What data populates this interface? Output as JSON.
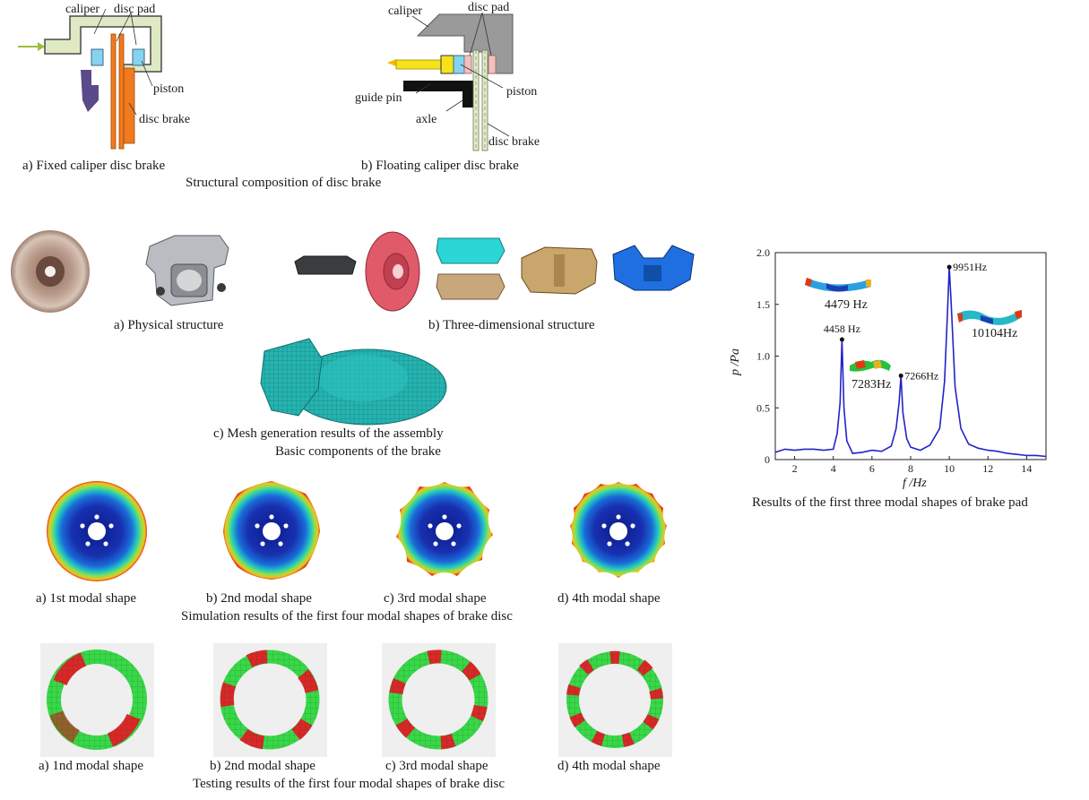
{
  "brake_structure": {
    "fixed": {
      "labels": {
        "caliper": "caliper",
        "disc_pad": "disc pad",
        "piston": "piston",
        "disc_brake": "disc brake"
      },
      "caption": "a) Fixed caliper disc brake"
    },
    "floating": {
      "labels": {
        "caliper": "caliper",
        "disc_pad": "disc pad",
        "piston": "piston",
        "guide_pin": "guide pin",
        "axle": "axle",
        "disc_brake": "disc brake"
      },
      "caption": "b) Floating caliper disc brake"
    },
    "title": "Structural composition of disc brake"
  },
  "components": {
    "physical_caption": "a) Physical structure",
    "three_d_caption": "b) Three-dimensional structure",
    "mesh_caption": "c) Mesh generation results of the assembly",
    "title": "Basic components of the brake"
  },
  "simulation": {
    "captions": [
      "a) 1st modal shape",
      "b) 2nd modal shape",
      "c) 3rd modal shape",
      "d) 4th modal shape"
    ],
    "title": "Simulation results of the first four modal shapes of brake disc"
  },
  "testing": {
    "captions": [
      "a) 1nd modal shape",
      "b) 2nd modal shape",
      "c) 3rd modal shape",
      "d) 4th modal shape"
    ],
    "title": "Testing results of the first four modal shapes of brake disc"
  },
  "pad_chart": {
    "caption": "Results of the first three modal shapes of brake pad",
    "chart_data": {
      "type": "line",
      "xlabel": "f /Hz",
      "ylabel": "p /Pa",
      "xlim": [
        1,
        15
      ],
      "ylim": [
        0,
        2.0
      ],
      "x_ticks": [
        "2",
        "4",
        "6",
        "8",
        "10",
        "12",
        "14"
      ],
      "y_ticks": [
        "0",
        "0.5",
        "1.0",
        "1.5",
        "2.0"
      ],
      "grid": false,
      "series": [
        {
          "x": [
            1.0,
            1.5,
            2.0,
            2.5,
            3.0,
            3.5,
            4.0,
            4.2,
            4.35,
            4.45,
            4.55,
            4.7,
            5.0,
            5.5,
            6.0,
            6.5,
            7.0,
            7.25,
            7.4,
            7.5,
            7.6,
            7.8,
            8.0,
            8.5,
            9.0,
            9.5,
            9.75,
            9.9,
            10.0,
            10.1,
            10.3,
            10.6,
            11.0,
            11.5,
            12.0,
            12.5,
            13.0,
            13.5,
            14.0,
            14.5,
            15.0
          ],
          "y": [
            0.07,
            0.1,
            0.09,
            0.1,
            0.1,
            0.09,
            0.1,
            0.25,
            0.55,
            1.16,
            0.5,
            0.18,
            0.06,
            0.07,
            0.09,
            0.08,
            0.13,
            0.3,
            0.55,
            0.81,
            0.45,
            0.2,
            0.12,
            0.09,
            0.14,
            0.3,
            0.75,
            1.4,
            1.86,
            1.5,
            0.7,
            0.3,
            0.15,
            0.11,
            0.09,
            0.08,
            0.06,
            0.05,
            0.04,
            0.04,
            0.03
          ]
        }
      ],
      "peak_labels": [
        {
          "text": "4458 Hz",
          "x": 4.45,
          "y": 1.16
        },
        {
          "text": "7266Hz",
          "x": 7.5,
          "y": 0.81
        },
        {
          "text": "9951Hz",
          "x": 10.0,
          "y": 1.86
        }
      ],
      "shape_labels": [
        "4479 Hz",
        "7283Hz",
        "10104Hz"
      ]
    }
  },
  "colors": {
    "caliper_fill": "#dfe9c4",
    "disc_orange": "#f07a1e",
    "pad_blue": "#2db7e8",
    "mesh_teal": "#26b3b0",
    "line_blue": "#2323c8"
  }
}
